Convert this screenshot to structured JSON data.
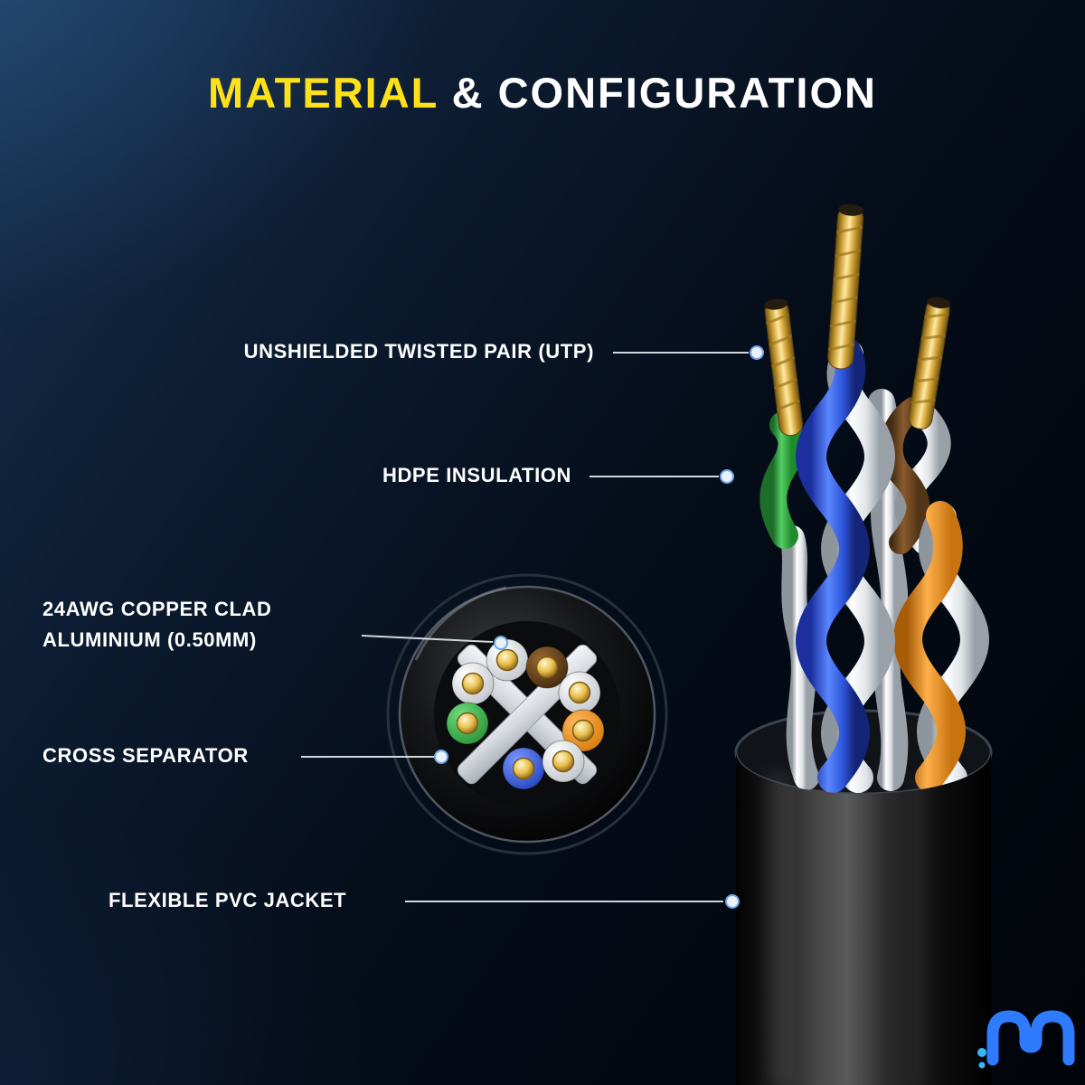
{
  "title": {
    "highlight": "MATERIAL",
    "rest": " & CONFIGURATION"
  },
  "callouts": {
    "utp": {
      "label": "UNSHIELDED TWISTED PAIR (UTP)"
    },
    "hdpe": {
      "label": "HDPE INSULATION"
    },
    "awg": {
      "label_line1": "24AWG COPPER CLAD",
      "label_line2": "ALUMINIUM (0.50MM)"
    },
    "cross": {
      "label": "CROSS SEPARATOR"
    },
    "pvc": {
      "label": "FLEXIBLE PVC JACKET"
    }
  },
  "diagram": {
    "cross_section_wire_colors": [
      "white",
      "brown",
      "white",
      "orange",
      "white",
      "blue",
      "white",
      "green"
    ],
    "pairs_count": 4,
    "conductor_material": "copper clad aluminium (gold)"
  },
  "colors": {
    "title_highlight": "#FFE11A",
    "title_rest": "#FFFFFF",
    "background_top_left": "#16304C",
    "background_bottom_right": "#010409",
    "wire_blue": "#3A6DF0",
    "wire_green": "#3CB54A",
    "wire_orange": "#F0921E",
    "wire_brown": "#6B4A2B",
    "wire_white": "#EFF1F3",
    "conductor_gold": "#E8C25A",
    "jacket_black": "#111111",
    "separator_gray": "#D6DADF",
    "leader_line": "#E8EDF4",
    "logo_blue": "#2F7BFF"
  },
  "icons": {
    "logo": "brand-wave-logo",
    "callout_dot": "callout-dot"
  }
}
